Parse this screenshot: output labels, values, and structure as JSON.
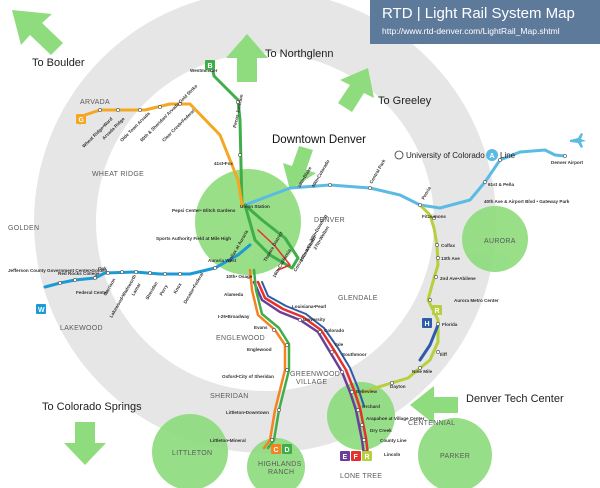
{
  "header": {
    "title": "RTD | Light Rail System Map",
    "url": "http://www.rtd-denver.com/LightRail_Map.shtml"
  },
  "directions": {
    "boulder": "To Boulder",
    "northglenn": "To Northglenn",
    "greeley": "To Greeley",
    "downtown": "Downtown Denver",
    "colorado_springs": "To Colorado Springs",
    "tech_center": "Denver Tech Center"
  },
  "areas": {
    "arvada": "ARVADA",
    "wheat_ridge": "WHEAT RIDGE",
    "golden": "GOLDEN",
    "lakewood": "LAKEWOOD",
    "denver": "DENVER",
    "glendale": "GLENDALE",
    "englewood": "ENGLEWOOD",
    "sheridan": "SHERIDAN",
    "greenwood_village": "GREENWOOD\nVILLAGE",
    "littleton": "LITTLETON",
    "highlands_ranch": "HIGHLANDS\nRANCH",
    "centennial": "CENTENNIAL",
    "parker": "PARKER",
    "lone_tree": "LONE TREE",
    "aurora": "AURORA"
  },
  "legend": {
    "university_line": "University of Colorado",
    "line_suffix": "Line"
  },
  "badges": {
    "b": "B",
    "g": "G",
    "w": "W",
    "r": "R",
    "h": "H",
    "a": "A",
    "c": "C",
    "d": "D",
    "e": "E",
    "f": "F",
    "r2": "R"
  },
  "colors": {
    "title_bg": "#5e7a9b",
    "ring": "#e3e3e3",
    "green_area": "#8fdc7e",
    "arrow": "#8fdc7e",
    "b_line": "#3fae49",
    "g_line": "#f5a623",
    "w_line": "#1b9ad6",
    "a_line": "#5bbbe3",
    "r_line": "#b5cf3e",
    "c_line": "#f58220",
    "d_line": "#3fae49",
    "e_line": "#6a3f99",
    "f_line": "#e5312b",
    "h_line": "#2e5ca8"
  },
  "stations": {
    "westminster": "Westminster",
    "pecos_junction": "Pecos Junction",
    "s41_fox": "41st•Fox",
    "wheat_ridge_ward": "Wheat Ridge•Ward",
    "arvada_ridge": "Arvada Ridge",
    "olde_town": "Olde Town Arvada",
    "s60_sheridan": "60th & Sheridan/ Arvada Gold Strike",
    "clear_creek": "Clear Creek•Federal",
    "pepsi_center": "Pepsi Center• Elitch Gardens",
    "sports_authority": "Sports Authority Field at Mile High",
    "s38_blake": "38th•Blake",
    "s40_colorado": "40th•Colorado",
    "central_park": "Central Park",
    "peoria": "Peoria",
    "s61_pena": "61st & Peña",
    "s40_airport": "40th Ave & Airport Blvd • Gateway Park",
    "denver_airport": "Denver Airport",
    "fitzsimons": "Fitzsimons",
    "colfax": "Colfax",
    "s13th": "13th Ave",
    "s2nd_abilene": "2nd Ave•Abilene",
    "aurora_metro": "Aurora Metro Center",
    "florida": "Florida",
    "iliff": "Iliff",
    "nine_mile": "Nine Mile",
    "dayton": "Dayton",
    "jefferson": "Jefferson County Government Center•Golden",
    "red_rocks": "Red Rocks College",
    "federal_center": "Federal Center",
    "oak": "Oak",
    "garrison": "Garrison",
    "lakewood_wadsworth": "Lakewood•Wadsworth",
    "lamar": "Lamar",
    "sheridan_st": "Sheridan",
    "perry": "Perry",
    "knox": "Knox",
    "decatur_federal": "Decatur•Federal",
    "auraria_west": "Auraria West",
    "s10th_osage": "10th• Osage",
    "alameda": "Alameda",
    "i25_broadway": "I-25•Broadway",
    "louisiana_pearl": "Louisiana•Pearl",
    "university": "University",
    "colorado": "Colorado",
    "yale": "Yale",
    "southmoor": "Southmoor",
    "evans": "Evans",
    "englewood_st": "Englewood",
    "oxford": "Oxford•City of Sheridan",
    "littleton_downtown": "Littleton•Downtown",
    "littleton_mineral": "Littleton•Mineral",
    "belleview": "Belleview",
    "orchard": "Orchard",
    "arapahoe": "Arapahoe at Village Center",
    "dry_creek": "Dry Creek",
    "county_line": "County Line",
    "lincoln": "Lincoln",
    "colfax_auraria": "Colfax at Auraria",
    "union_station": "Union Station",
    "s30th_downing": "30th•Downing",
    "s27th_welton": "27th•Welton",
    "theatre_district": "Theatre District",
    "s16th_california": "16th•California",
    "stout": "Stout",
    "convention_center": "Convention Center",
    "s20th_welton": "20th•Welton",
    "s25th_welton": "25th•Welton"
  }
}
